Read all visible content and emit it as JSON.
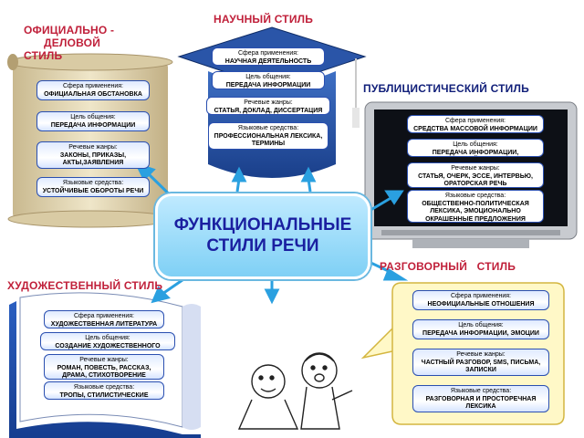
{
  "center": {
    "line1": "ФУНКЦИОНАЛЬНЫЕ",
    "line2": "СТИЛИ РЕЧИ"
  },
  "official": {
    "title_line1": "ОФИЦИАЛЬНО -",
    "title_line2": "ДЕЛОВОЙ",
    "title_line3": "СТИЛЬ",
    "items": [
      {
        "h": "Сфера применения:",
        "v": "ОФИЦИАЛЬНАЯ ОБСТАНОВКА"
      },
      {
        "h": "Цель общения:",
        "v": "ПЕРЕДАЧА ИНФОРМАЦИИ"
      },
      {
        "h": "Речевые жанры:",
        "v": "ЗАКОНЫ, ПРИКАЗЫ, АКТЫ,ЗАЯВЛЕНИЯ"
      },
      {
        "h": "Языковые средства:",
        "v": "УСТОЙЧИВЫЕ ОБОРОТЫ РЕЧИ"
      }
    ]
  },
  "scientific": {
    "title": "НАУЧНЫЙ СТИЛЬ",
    "items": [
      {
        "h": "Сфера применения:",
        "v": "НАУЧНАЯ ДЕЯТЕЛЬНОСТЬ"
      },
      {
        "h": "Цель общения:",
        "v": "ПЕРЕДАЧА ИНФОРМАЦИИ"
      },
      {
        "h": "Речевые жанры:",
        "v": "СТАТЬЯ, ДОКЛАД, ДИССЕРТАЦИЯ"
      },
      {
        "h": "Языковые средства:",
        "v": "ПРОФЕССИОНАЛЬНАЯ ЛЕКСИКА, ТЕРМИНЫ"
      }
    ]
  },
  "publicistic": {
    "title": "ПУБЛИЦИСТИЧЕСКИЙ СТИЛЬ",
    "items": [
      {
        "h": "Сфера применения:",
        "v": "СРЕДСТВА МАССОВОЙ ИНФОРМАЦИИ"
      },
      {
        "h": "Цель общения:",
        "v": "ПЕРЕДАЧА ИНФОРМАЦИИ, ВОЗДЕЙСТВИЕ"
      },
      {
        "h": "Речевые жанры:",
        "v": "СТАТЬЯ, ОЧЕРК, ЭССЕ, ИНТЕРВЬЮ, ОРАТОРСКАЯ РЕЧЬ"
      },
      {
        "h": "Языковые средства:",
        "v": "ОБЩЕСТВЕННО-ПОЛИТИЧЕСКАЯ ЛЕКСИКА, ЭМОЦИОНАЛЬНО ОКРАШЕННЫЕ ПРЕДЛОЖЕНИЯ"
      }
    ]
  },
  "conversational": {
    "title": "РАЗГОВОРНЫЙ   СТИЛЬ",
    "items": [
      {
        "h": "Сфера применения:",
        "v": "НЕОФИЦИАЛЬНЫЕ ОТНОШЕНИЯ"
      },
      {
        "h": "Цель общения:",
        "v": "ПЕРЕДАЧА ИНФОРМАЦИИ, ЭМОЦИИ"
      },
      {
        "h": "Речевые жанры:",
        "v": "ЧАСТНЫЙ РАЗГОВОР, SMS, ПИСЬМА, ЗАПИСКИ"
      },
      {
        "h": "Языковые средства:",
        "v": "РАЗГОВОРНАЯ И ПРОСТОРЕЧНАЯ ЛЕКСИКА"
      }
    ]
  },
  "artistic": {
    "title": "ХУДОЖЕСТВЕННЫЙ СТИЛЬ",
    "items": [
      {
        "h": "Сфера применения:",
        "v": "ХУДОЖЕСТВЕННАЯ ЛИТЕРАТУРА"
      },
      {
        "h": "Цель общения:",
        "v": "СОЗДАНИЕ ХУДОЖЕСТВЕННОГО ОБРАЗА"
      },
      {
        "h": "Речевые жанры:",
        "v": "РОМАН, ПОВЕСТЬ, РАССКАЗ, ДРАМА, СТИХОТВОРЕНИЕ"
      },
      {
        "h": "Языковые средства:",
        "v": "ТРОПЫ, СТИЛИСТИЧЕСКИЕ ФИГУРЫ"
      }
    ]
  },
  "icons": [
    "scroll-icon",
    "graduation-cap-icon",
    "television-icon",
    "speech-bubble-icon",
    "open-book-icon",
    "children-drawing-icon"
  ],
  "colors": {
    "title_red": "#c0203a",
    "center_text": "#1a1fa0",
    "arrow": "#2aa0e0",
    "box_border": "#2a4fb0"
  }
}
